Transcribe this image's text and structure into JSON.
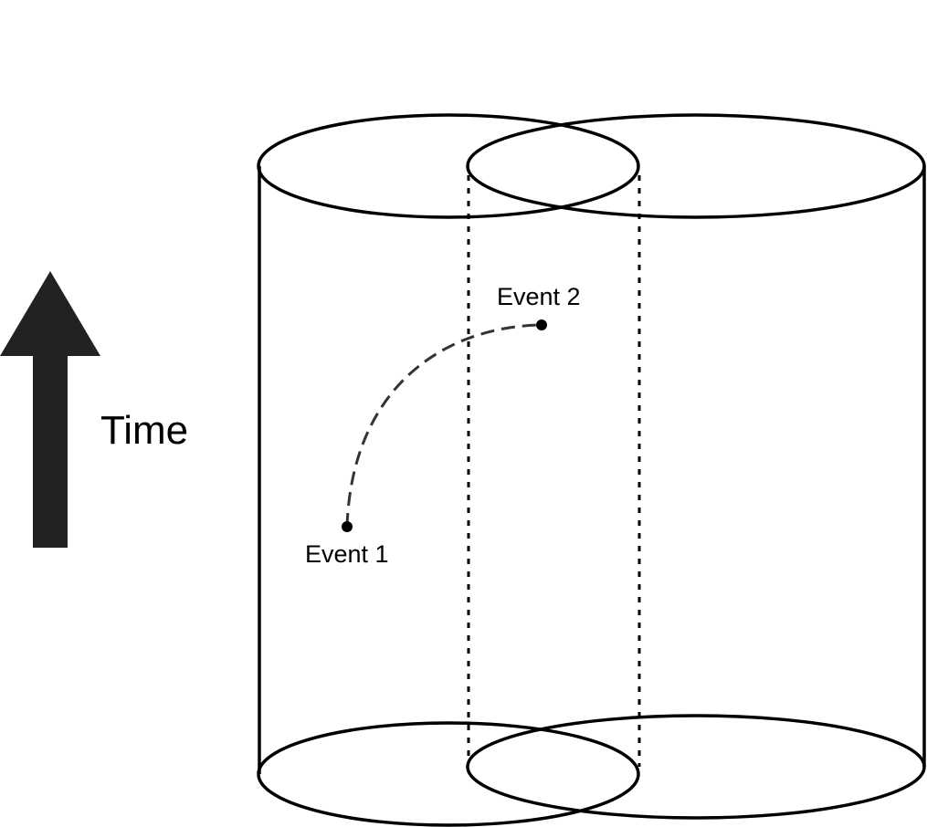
{
  "time_axis": {
    "label": "Time",
    "arrow_icon": "up-arrow-icon",
    "arrow_color": "#222222"
  },
  "events": [
    {
      "label": "Event 1"
    },
    {
      "label": "Event 2"
    }
  ],
  "colors": {
    "outline": "#000000",
    "worldline": "#333333",
    "event_dot": "#000000"
  }
}
